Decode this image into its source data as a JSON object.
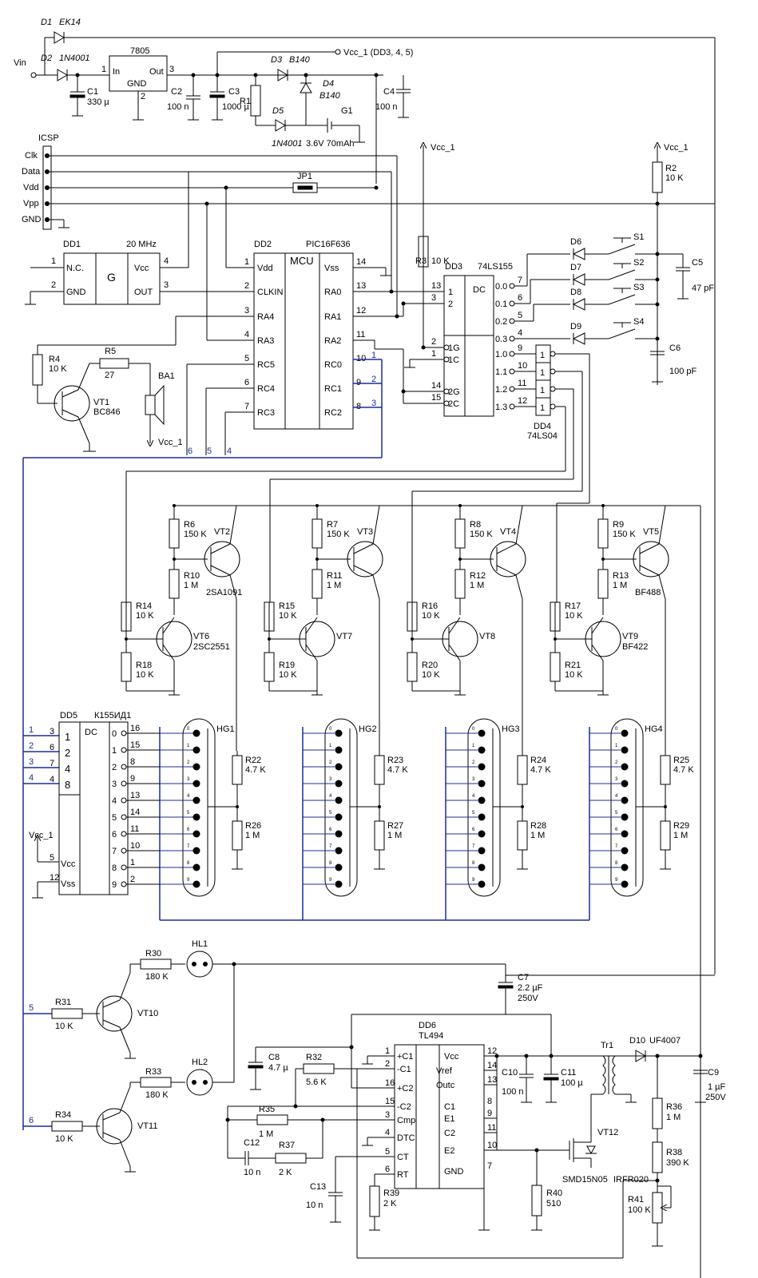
{
  "power": {
    "vin": "Vin",
    "d1": "D1",
    "d1_part": "EK14",
    "d2": "D2",
    "d2_part": "1N4001",
    "reg": "7805",
    "reg_in": "In",
    "reg_gnd": "GND",
    "reg_out": "Out",
    "reg_pin1": "1",
    "reg_pin2": "2",
    "reg_pin3": "3",
    "c1": "C1",
    "c1_val": "330 µ",
    "c2": "C2",
    "c2_val": "100 n",
    "c3": "C3",
    "c3_val": "1000 µ",
    "r1": "R1",
    "d3": "D3",
    "d3_part": "B140",
    "d4": "D4",
    "d4_part": "B140",
    "d5": "D5",
    "d5_part": "1N4001",
    "g1": "G1",
    "g1_val": "3.6V 70mAh",
    "c4": "C4",
    "c4_val": "100 n",
    "vcc_note": "Vcc_1  (DD3, 4, 5)"
  },
  "icsp": {
    "title": "ICSP",
    "pins": [
      "Clk",
      "Data",
      "Vdd",
      "Vpp",
      "GND"
    ],
    "jp1": "JP1"
  },
  "dd1": {
    "name": "DD1",
    "freq": "20 MHz",
    "g": "G",
    "nc": "N.C.",
    "gnd": "GND",
    "vcc": "Vcc",
    "out": "OUT",
    "p1": "1",
    "p2": "2",
    "p3": "3",
    "p4": "4"
  },
  "dd2": {
    "name": "DD2",
    "part": "PIC16F636",
    "mcu": "MCU",
    "left": [
      {
        "p": "1",
        "n": "Vdd"
      },
      {
        "p": "2",
        "n": "CLKIN"
      },
      {
        "p": "3",
        "n": "RA4"
      },
      {
        "p": "4",
        "n": "RA3"
      },
      {
        "p": "5",
        "n": "RC5"
      },
      {
        "p": "6",
        "n": "RC4"
      },
      {
        "p": "7",
        "n": "RC3"
      }
    ],
    "right": [
      {
        "p": "14",
        "n": "Vss"
      },
      {
        "p": "13",
        "n": "RA0"
      },
      {
        "p": "12",
        "n": "RA1"
      },
      {
        "p": "11",
        "n": "RA2"
      },
      {
        "p": "10",
        "n": "RC0"
      },
      {
        "p": "9",
        "n": "RC1"
      },
      {
        "p": "8",
        "n": "RC2"
      }
    ]
  },
  "dd3": {
    "name": "DD3",
    "part": "74LS155",
    "dc": "DC",
    "in": [
      {
        "p": "13",
        "n": "1"
      },
      {
        "p": "3",
        "n": "2"
      },
      {
        "p": "2",
        "n": "1G"
      },
      {
        "p": "1",
        "n": "1C"
      },
      {
        "p": "14",
        "n": "2G"
      },
      {
        "p": "15",
        "n": "2C"
      }
    ],
    "out": [
      {
        "n": "0.0",
        "p": "7"
      },
      {
        "n": "0.1",
        "p": "6"
      },
      {
        "n": "0.2",
        "p": "5"
      },
      {
        "n": "0.3",
        "p": "4"
      },
      {
        "n": "1.0",
        "p": "9"
      },
      {
        "n": "1.1",
        "p": "10"
      },
      {
        "n": "1.2",
        "p": "11"
      },
      {
        "n": "1.3",
        "p": "12"
      }
    ]
  },
  "dd4": {
    "name": "DD4",
    "part": "74LS04",
    "gate": "1"
  },
  "keys": {
    "r2": "R2",
    "r2_val": "10 K",
    "vcc": "Vcc_1",
    "c5": "C5",
    "c5_val": "47 pF",
    "c6": "C6",
    "c6_val": "100 pF",
    "diodes": [
      "D6",
      "D7",
      "D8",
      "D9"
    ],
    "switches": [
      "S1",
      "S2",
      "S3",
      "S4"
    ]
  },
  "r3": {
    "name": "R3",
    "val": "10 K",
    "vcc": "Vcc_1"
  },
  "buzzer": {
    "r4": "R4",
    "r4_val": "10 K",
    "r5": "R5",
    "r5_val": "27",
    "ba1": "BA1",
    "vt1": "VT1",
    "vt1_part": "BC846",
    "vcc": "Vcc_1"
  },
  "bus_labels": {
    "top": [
      "1",
      "2",
      "3"
    ],
    "bottom": [
      "6",
      "5",
      "4"
    ],
    "left": [
      "1",
      "2",
      "3",
      "4"
    ],
    "lower": [
      "5",
      "6"
    ]
  },
  "drivers": [
    {
      "rt": "R6",
      "rt_val": "150 K",
      "vtp": "VT2",
      "vtp_part": "2SA1091",
      "rm": "R10",
      "rm_val": "1 M",
      "rb": "R14",
      "rb_val": "10 K",
      "vtn": "VT6",
      "vtn_part": "2SC2551",
      "re": "R18",
      "re_val": "10 K"
    },
    {
      "rt": "R7",
      "rt_val": "150 K",
      "vtp": "VT3",
      "vtp_part": "",
      "rm": "R11",
      "rm_val": "1 M",
      "rb": "R15",
      "rb_val": "10 K",
      "vtn": "VT7",
      "vtn_part": "",
      "re": "R19",
      "re_val": "10 K"
    },
    {
      "rt": "R8",
      "rt_val": "150 K",
      "vtp": "VT4",
      "vtp_part": "",
      "rm": "R12",
      "rm_val": "1 M",
      "rb": "R16",
      "rb_val": "10 K",
      "vtn": "VT8",
      "vtn_part": "",
      "re": "R20",
      "re_val": "10 K"
    },
    {
      "rt": "R9",
      "rt_val": "150 K",
      "vtp": "VT5",
      "vtp_part": "BF488",
      "rm": "R13",
      "rm_val": "1 M",
      "rb": "R17",
      "rb_val": "10 K",
      "vtn": "VT9",
      "vtn_part": "BF422",
      "re": "R21",
      "re_val": "10 K"
    }
  ],
  "dd5": {
    "name": "DD5",
    "part": "К155ИД1",
    "dc": "DC",
    "vcc_in": "Vcc_1",
    "in": [
      {
        "p": "3",
        "n": "1"
      },
      {
        "p": "6",
        "n": "2"
      },
      {
        "p": "7",
        "n": "4"
      },
      {
        "p": "4",
        "n": "8"
      }
    ],
    "pw": [
      {
        "p": "5",
        "n": "Vcc"
      },
      {
        "p": "12",
        "n": "Vss"
      }
    ],
    "out": [
      {
        "n": "0",
        "p": "16"
      },
      {
        "n": "1",
        "p": "15"
      },
      {
        "n": "2",
        "p": "8"
      },
      {
        "n": "3",
        "p": "9"
      },
      {
        "n": "4",
        "p": "13"
      },
      {
        "n": "5",
        "p": "14"
      },
      {
        "n": "6",
        "p": "11"
      },
      {
        "n": "7",
        "p": "10"
      },
      {
        "n": "8",
        "p": "1"
      },
      {
        "n": "9",
        "p": "2"
      }
    ]
  },
  "tubes": [
    {
      "name": "HG1",
      "ra": "R22",
      "ra_val": "4.7 K",
      "rb": "R26",
      "rb_val": "1 M"
    },
    {
      "name": "HG2",
      "ra": "R23",
      "ra_val": "4.7 K",
      "rb": "R27",
      "rb_val": "1 M"
    },
    {
      "name": "HG3",
      "ra": "R24",
      "ra_val": "4.7 K",
      "rb": "R28",
      "rb_val": "1 M"
    },
    {
      "name": "HG4",
      "ra": "R25",
      "ra_val": "4.7 K",
      "rb": "R29",
      "rb_val": "1 M"
    }
  ],
  "tube_digits": [
    "0",
    "1",
    "2",
    "3",
    "4",
    "5",
    "6",
    "7",
    "8",
    "9"
  ],
  "neon": {
    "r30": "R30",
    "r30_val": "180 K",
    "hl1": "HL1",
    "r31": "R31",
    "r31_val": "10 K",
    "vt10": "VT10",
    "r33": "R33",
    "r33_val": "180 K",
    "hl2": "HL2",
    "r34": "R34",
    "r34_val": "10 K",
    "vt11": "VT11",
    "c7": "C7",
    "c7_val1": "2.2 µF",
    "c7_val2": "250V"
  },
  "dd6": {
    "name": "DD6",
    "part": "TL494",
    "left": [
      {
        "p": "1",
        "n": "+C1"
      },
      {
        "p": "2",
        "n": "-C1"
      },
      {
        "p": "16",
        "n": "+C2"
      },
      {
        "p": "15",
        "n": "-C2"
      },
      {
        "p": "3",
        "n": "Cmp"
      },
      {
        "p": "4",
        "n": "DTC"
      },
      {
        "p": "5",
        "n": "CT"
      },
      {
        "p": "6",
        "n": "RT"
      }
    ],
    "right": [
      {
        "p": "12",
        "n": "Vcc"
      },
      {
        "p": "14",
        "n": "Vref"
      },
      {
        "p": "13",
        "n": "Outc"
      },
      {
        "p": "8",
        "n": "C1"
      },
      {
        "p": "9",
        "n": "E1"
      },
      {
        "p": "11",
        "n": "C2"
      },
      {
        "p": "10",
        "n": "E2"
      },
      {
        "p": "7",
        "n": "GND"
      }
    ]
  },
  "hv": {
    "c8": "C8",
    "c8_val": "4.7 µ",
    "r32": "R32",
    "r32_val": "5.6 K",
    "r35": "R35",
    "r35_val": "1 M",
    "c12": "C12",
    "c12_val": "10 n",
    "r37": "R37",
    "r37_val": "2 K",
    "c13": "C13",
    "c13_val": "10 n",
    "r39": "R39",
    "r39_val": "2 K",
    "c10": "C10",
    "c10_val": "100 n",
    "c11": "C11",
    "c11_val": "100 µ",
    "tr1": "Tr1",
    "d10": "D10",
    "d10_part": "UF4007",
    "c9": "C9",
    "c9_val1": "1 µF",
    "c9_val2": "250V",
    "vt12": "VT12",
    "vt12_part": "SMD15N05",
    "r40": "R40",
    "r40_val": "510",
    "r36": "R36",
    "r36_val": "1 M",
    "r38": "R38",
    "r38_val": "390 K",
    "r41": "R41",
    "r41_val": "100 K",
    "irfr": "IRFR020"
  }
}
